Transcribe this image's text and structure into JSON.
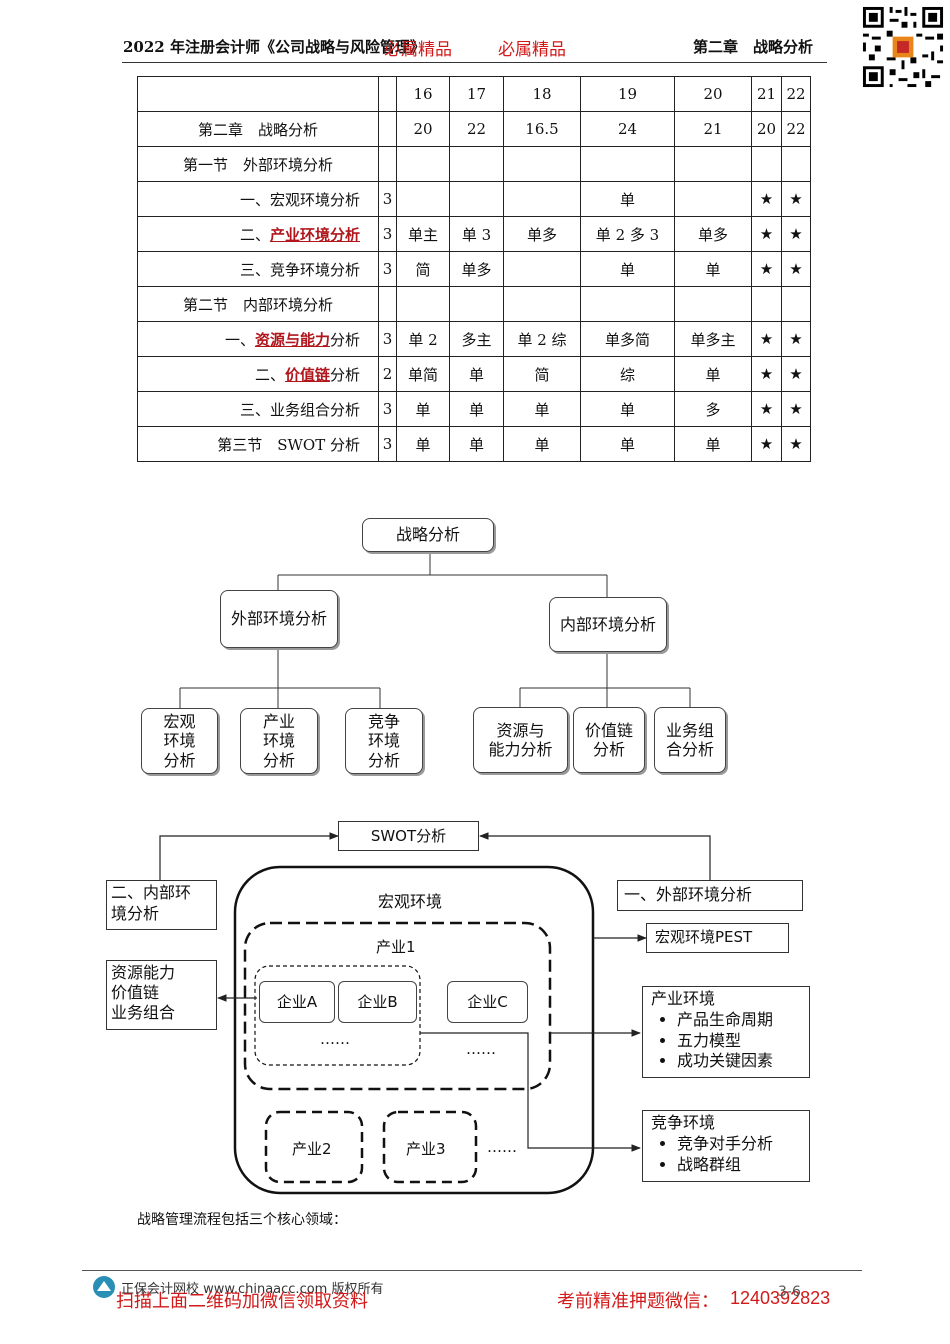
{
  "header": {
    "title": "2022 年注册会计师《公司战略与风险管理》",
    "watermark_left": "必属精品",
    "watermark_right": "必属精品",
    "chapter": "第二章　战略分析"
  },
  "table": {
    "year_row": [
      "16",
      "17",
      "18",
      "19",
      "20",
      "21",
      "22"
    ],
    "rows": [
      {
        "topic": "第二章　战略分析",
        "type": "chapter",
        "level": "",
        "cells": [
          "20",
          "22",
          "16.5",
          "24",
          "21",
          "20",
          "22"
        ]
      },
      {
        "topic": "第一节　外部环境分析",
        "type": "section",
        "level": "",
        "cells": [
          "",
          "",
          "",
          "",
          "",
          "",
          ""
        ]
      },
      {
        "topic": "一、宏观环境分析",
        "type": "item",
        "level": "3",
        "cells": [
          "",
          "",
          "",
          "单",
          "",
          "★",
          "★"
        ]
      },
      {
        "topic_pre": "二、",
        "topic_hl": "产业环境分析",
        "topic_post": "",
        "type": "item-hl",
        "level": "3",
        "cells": [
          "单主",
          "单 3",
          "单多",
          "单 2 多 3",
          "单多",
          "★",
          "★"
        ]
      },
      {
        "topic": "三、竞争环境分析",
        "type": "item",
        "level": "3",
        "cells": [
          "简",
          "单多",
          "",
          "单",
          "单",
          "★",
          "★"
        ]
      },
      {
        "topic": "第二节　内部环境分析",
        "type": "section",
        "level": "",
        "cells": [
          "",
          "",
          "",
          "",
          "",
          "",
          ""
        ]
      },
      {
        "topic_pre": "一、",
        "topic_hl": "资源与能力",
        "topic_post": "分析",
        "type": "item-hl",
        "level": "3",
        "cells": [
          "单 2",
          "多主",
          "单 2 综",
          "单多简",
          "单多主",
          "★",
          "★"
        ]
      },
      {
        "topic_pre": "二、",
        "topic_hl": "价值链",
        "topic_post": "分析",
        "type": "item-hl",
        "level": "2",
        "cells": [
          "单简",
          "单",
          "简",
          "综",
          "单",
          "★",
          "★"
        ]
      },
      {
        "topic": "三、业务组合分析",
        "type": "item",
        "level": "3",
        "cells": [
          "单",
          "单",
          "单",
          "单",
          "多",
          "★",
          "★"
        ]
      },
      {
        "topic": "第三节　SWOT 分析",
        "type": "item",
        "level": "3",
        "cells": [
          "单",
          "单",
          "单",
          "单",
          "单",
          "★",
          "★"
        ]
      }
    ]
  },
  "tree": {
    "root": "战略分析",
    "external": "外部环境分析",
    "internal": "内部环境分析",
    "ext_children": [
      "宏观\n环境\n分析",
      "产业\n环境\n分析",
      "竞争\n环境\n分析"
    ],
    "int_children": [
      "资源与\n能力分析",
      "价值链\n分析",
      "业务组\n合分析"
    ]
  },
  "env_diagram": {
    "swot": "SWOT分析",
    "internal_label": "二、内部环\n境分析",
    "external_label": "一、外部环境分析",
    "macro": "宏观环境",
    "industry1": "产业1",
    "company_a": "企业A",
    "company_b": "企业B",
    "company_c": "企业C",
    "ellipsis": "……",
    "industry2": "产业2",
    "industry3": "产业3",
    "internal_items": "资源能力\n价值链\n业务组合",
    "pest": "宏观环境PEST",
    "industry_env": {
      "title": "产业环境",
      "items": [
        "产品生命周期",
        "五力模型",
        "成功关键因素"
      ]
    },
    "competition_env": {
      "title": "竞争环境",
      "items": [
        "竞争对手分析",
        "战略群组"
      ]
    }
  },
  "body_text": "战略管理流程包括三个核心领域：",
  "footer": {
    "copyright": "正保会计网校 www.chinaacc.com 版权所有",
    "left_red": "扫描上面二维码加微信领取资料",
    "right_red": "考前精准押题微信：",
    "wechat": "1240392823",
    "page": "3-6"
  },
  "colors": {
    "watermark": "#d11a1a",
    "highlight": "#b0161c"
  }
}
